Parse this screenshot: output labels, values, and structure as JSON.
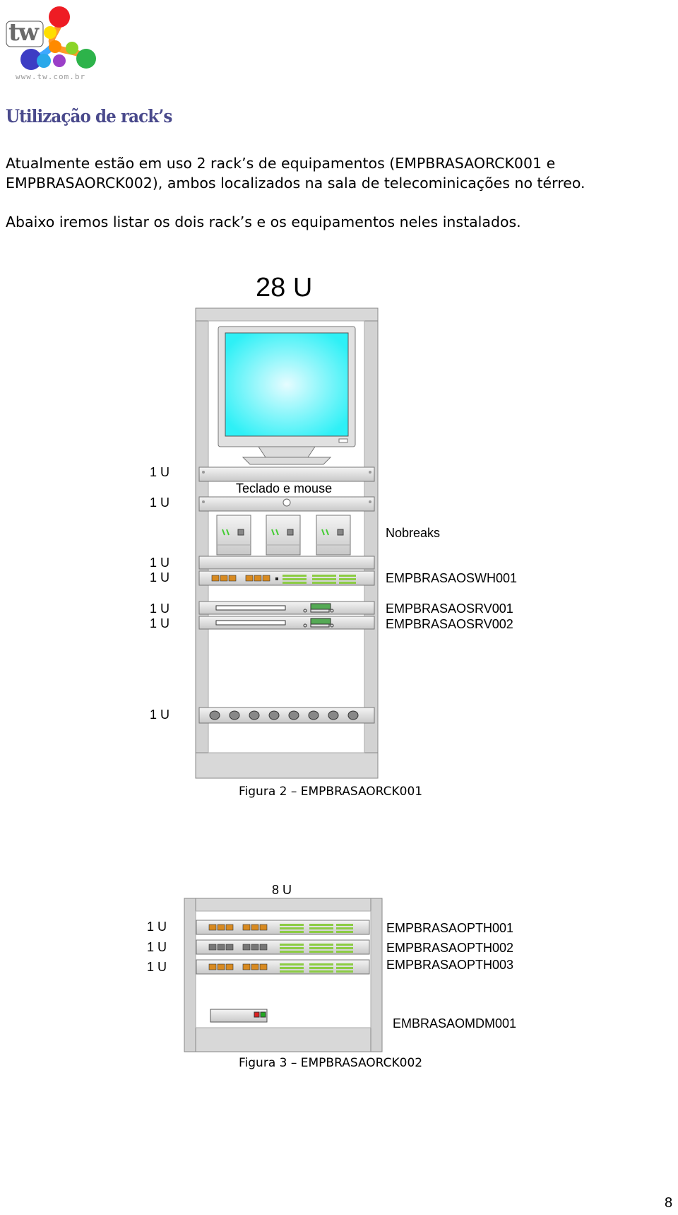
{
  "header": {
    "logo_text": "tw",
    "logo_url": "www.tw.com.br"
  },
  "section_title": "Utilização de rack’s",
  "paragraphs": [
    "Atualmente estão em uso 2 rack’s de equipamentos (EMPBRASAORCK001 e EMPBRASAORCK002), ambos localizados na sala de telecominicações no térreo.",
    "Abaixo iremos listar os dois rack’s e os equipamentos neles instalados."
  ],
  "figure2": {
    "rack_size": "28 U",
    "unit_labels": [
      "1 U",
      "1 U",
      "1 U",
      "1 U",
      "1 U",
      "1 U",
      "1 U"
    ],
    "keyboard_label": "Teclado e mouse",
    "equipment_labels": [
      "Nobreaks",
      "EMPBRASAOSWH001",
      "EMPBRASAOSRV001",
      "EMPBRASAOSRV002"
    ],
    "caption": "Figura 2 – EMPBRASAORCK001"
  },
  "figure3": {
    "rack_size": "8 U",
    "unit_labels": [
      "1 U",
      "1 U",
      "1 U"
    ],
    "equipment_labels": [
      "EMPBRASAOPTH001",
      "EMPBRASAOPTH002",
      "EMPBRASAOPTH003",
      "EMBRASAOMDM001"
    ],
    "caption": "Figura 3 – EMPBRASAORCK002"
  },
  "page_number": "8",
  "colors": {
    "heading": "#4a4a8c",
    "rack_frame": "#d4d4d4",
    "monitor_screen": "#33f0f5",
    "led_green": "#44cc33"
  }
}
